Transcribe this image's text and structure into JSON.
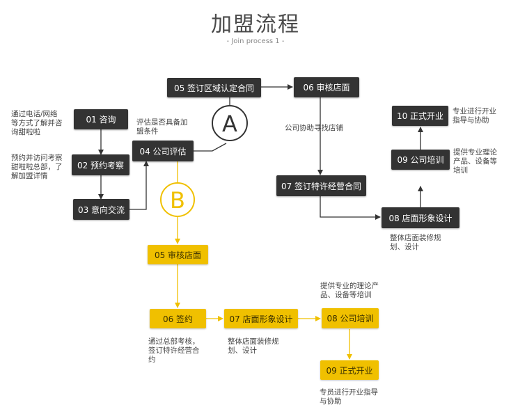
{
  "title": "加盟流程",
  "subtitle": "- Join process 1 -",
  "markers": {
    "a": "A",
    "b": "B"
  },
  "colors": {
    "dark": "#333333",
    "yellow": "#f0c000",
    "text": "#444444"
  },
  "nodes": {
    "d01": "01 咨询",
    "d02": "02 预约考察",
    "d03": "03 意向交流",
    "d04": "04 公司评估",
    "d05": "05 签订区域认定合同",
    "d06": "06 审核店面",
    "d07": "07 签订特许经营合同",
    "d08": "08 店面形象设计",
    "d09": "09 公司培训",
    "d10": "10 正式开业",
    "y05": "05 审核店面",
    "y06": "06 签约",
    "y07": "07 店面形象设计",
    "y08": "08 公司培训",
    "y09": "09 正式开业"
  },
  "notes": {
    "consult": [
      "通过电话/网络",
      "等方式了解并咨",
      "询甜啦啦"
    ],
    "visit": [
      "预约并访问考察",
      "甜啦啦总部，了",
      "解加盟详情"
    ],
    "evaluate": [
      "评估是否具备加",
      "盟条件"
    ],
    "find_store": [
      "公司协助寻找店铺"
    ],
    "opening": [
      "专业进行开业",
      "指导与协助"
    ],
    "training": [
      "提供专业理论",
      "产品、设备等",
      "培训"
    ],
    "design": [
      "整体店面装修规",
      "划、设计"
    ],
    "y_sign": [
      "通过总部考核，",
      "签订特许经营合",
      "约"
    ],
    "y_design": [
      "整体店面装修规",
      "划、设计"
    ],
    "y_training": [
      "提供专业的理论产",
      "品、设备等培训"
    ],
    "y_opening": [
      "专员进行开业指导",
      "与协助"
    ]
  }
}
